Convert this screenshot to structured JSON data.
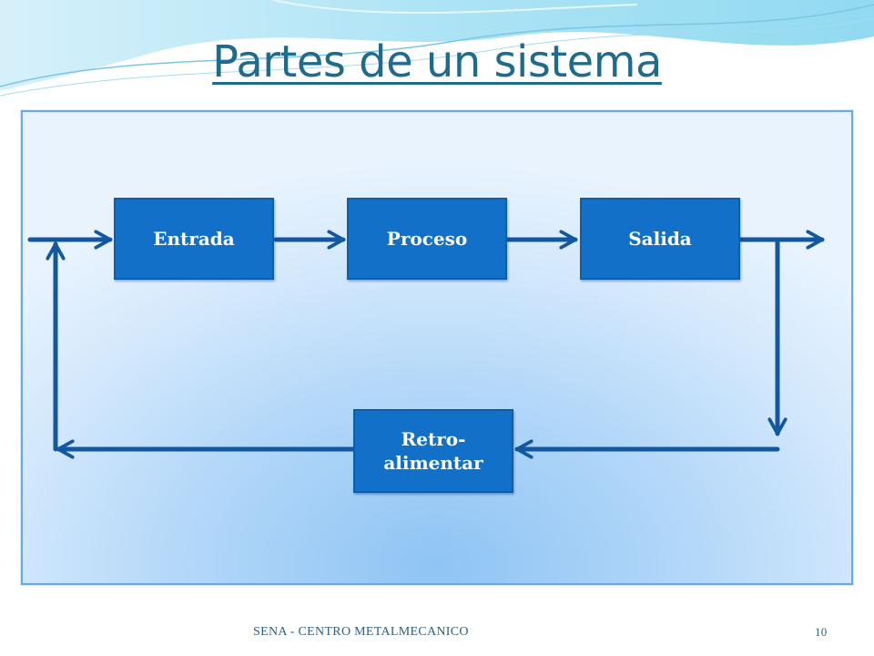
{
  "slide": {
    "title": "Partes de un sistema",
    "footer": "SENA - CENTRO METALMECANICO",
    "page_number": "10"
  },
  "diagram": {
    "nodes": [
      {
        "id": "entrada",
        "label": "Entrada"
      },
      {
        "id": "proceso",
        "label": "Proceso"
      },
      {
        "id": "salida",
        "label": "Salida"
      },
      {
        "id": "retroalimentar",
        "label": "Retro-\nalimentar"
      }
    ],
    "edges": [
      {
        "from": "input",
        "to": "entrada"
      },
      {
        "from": "entrada",
        "to": "proceso"
      },
      {
        "from": "proceso",
        "to": "salida"
      },
      {
        "from": "salida",
        "to": "output"
      },
      {
        "from": "salida",
        "to": "retroalimentar"
      },
      {
        "from": "retroalimentar",
        "to": "input"
      }
    ],
    "colors": {
      "node_fill": "#1370c8",
      "arrow": "#1257a0",
      "title": "#1f6b8c"
    }
  }
}
